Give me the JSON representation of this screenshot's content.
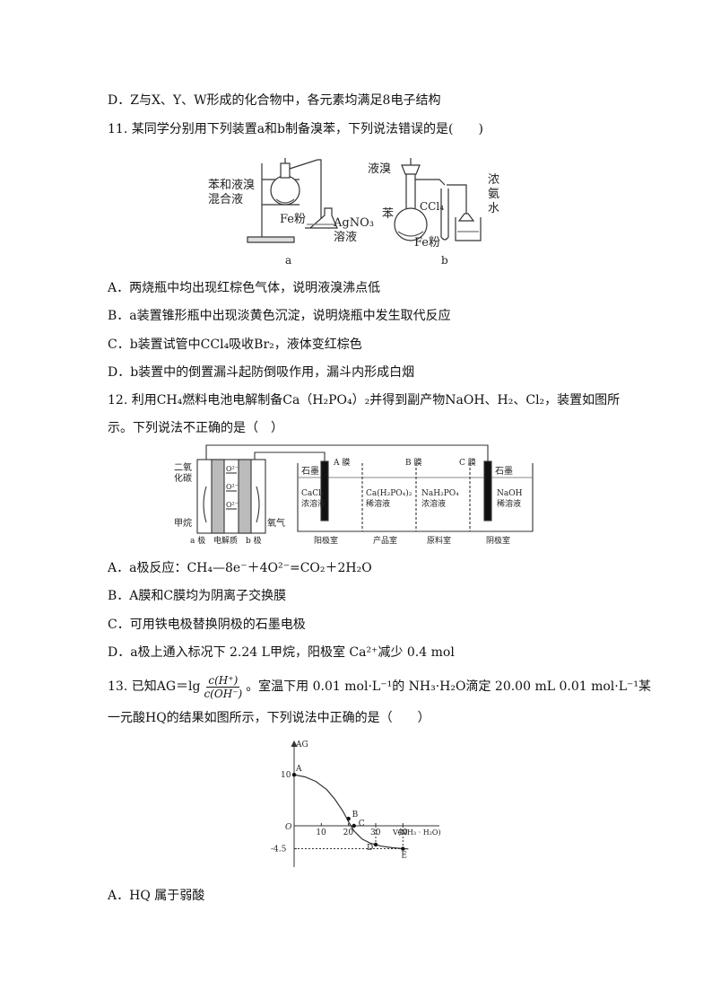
{
  "q10": {
    "optD": "D．Z与X、Y、W形成的化合物中，各元素均满足8电子结构"
  },
  "q11": {
    "stem": "11. 某同学分别用下列装置a和b制备溴苯，下列说法错误的是(　　)",
    "fig": {
      "a_label": "a",
      "b_label": "b",
      "mix1": "苯和液溴",
      "mix2": "混合液",
      "fe": "Fe粉",
      "agno3": "AgNO₃",
      "soln": "溶液",
      "liquid_br": "液溴",
      "benzene": "苯",
      "ccl4": "CCl₄",
      "fe_b": "Fe粉",
      "ammonia1": "浓",
      "ammonia2": "氨",
      "ammonia3": "水"
    },
    "optA": "A．两烧瓶中均出现红棕色气体，说明液溴沸点低",
    "optB": "B．a装置锥形瓶中出现淡黄色沉淀，说明烧瓶中发生取代反应",
    "optC": "C．b装置试管中CCl₄吸收Br₂，液体变红棕色",
    "optD": "D．b装置中的倒置漏斗起防倒吸作用，漏斗内形成白烟"
  },
  "q12": {
    "stem1": "12. 利用CH₄燃料电池电解制备Ca（H₂PO₄）₂并得到副产物NaOH、H₂、Cl₂，装置如图所",
    "stem2": "示。下列说法不正确的是（　）",
    "fig": {
      "co2_1": "二氧",
      "co2_2": "化碳",
      "ch4": "甲烷",
      "o2": "氧气",
      "o2ion": "O²⁻",
      "electrode_a": "a 极",
      "electrolyte": "电解质",
      "electrode_b": "b 极",
      "graphite": "石墨",
      "membrane_a": "A 膜",
      "membrane_b": "B 膜",
      "membrane_c": "C 膜",
      "cacl2_1": "CaCl₂",
      "cacl2_2": "浓溶液",
      "cah2po4_1": "Ca(H₂PO₄)₂",
      "cah2po4_2": "稀溶液",
      "nah2po4_1": "NaH₂PO₄",
      "nah2po4_2": "浓溶液",
      "naoh_1": "NaOH",
      "naoh_2": "稀溶液",
      "anode_room": "阳极室",
      "product_room": "产品室",
      "raw_room": "原料室",
      "cathode_room": "阴极室"
    },
    "optA": "A．a极反应：CH₄—8e⁻＋4O²⁻=CO₂＋2H₂O",
    "optB": "B．A膜和C膜均为阴离子交换膜",
    "optC": "C．可用铁电极替换阴极的石墨电极",
    "optD": "D．a极上通入标况下 2.24 L甲烷，阳极室 Ca²⁺减少 0.4 mol"
  },
  "q13": {
    "stem_pre": "13. 已知AG＝lg",
    "frac_num": "c(H⁺)",
    "frac_den": "c(OH⁻)",
    "stem_post": "。室温下用 0.01 mol·L⁻¹的 NH₃·H₂O滴定 20.00 mL 0.01 mol·L⁻¹某",
    "stem2": "一元酸HQ的结果如图所示，下列说法中正确的是（　　）",
    "optA": "A．HQ 属于弱酸"
  },
  "chart_data": {
    "type": "line",
    "title": "",
    "ylabel": "AG",
    "xlabel": "V(NH₃ · H₂O)",
    "xticks": [
      "10",
      "20",
      "30",
      "40"
    ],
    "yticks": [
      "10",
      "0",
      "-4.5"
    ],
    "origin_label": "O",
    "xlim": [
      0,
      47
    ],
    "ylim": [
      -5.2,
      13
    ],
    "curve": {
      "x": [
        0,
        4,
        8,
        12,
        15,
        18,
        20,
        22,
        25,
        28,
        32,
        36,
        40,
        42
      ],
      "y": [
        10,
        9.6,
        8.7,
        7.1,
        5.2,
        2.8,
        0.8,
        -1.0,
        -2.6,
        -3.4,
        -4.0,
        -4.3,
        -4.5,
        -4.55
      ]
    },
    "points": [
      {
        "label": "A",
        "x": 0,
        "y": 10
      },
      {
        "label": "B",
        "x": 20,
        "y": 1.4
      },
      {
        "label": "C",
        "x": 22,
        "y": 0
      },
      {
        "label": "D",
        "x": 30,
        "y": -3.7
      },
      {
        "label": "E",
        "x": 40,
        "y": -4.5
      }
    ]
  }
}
